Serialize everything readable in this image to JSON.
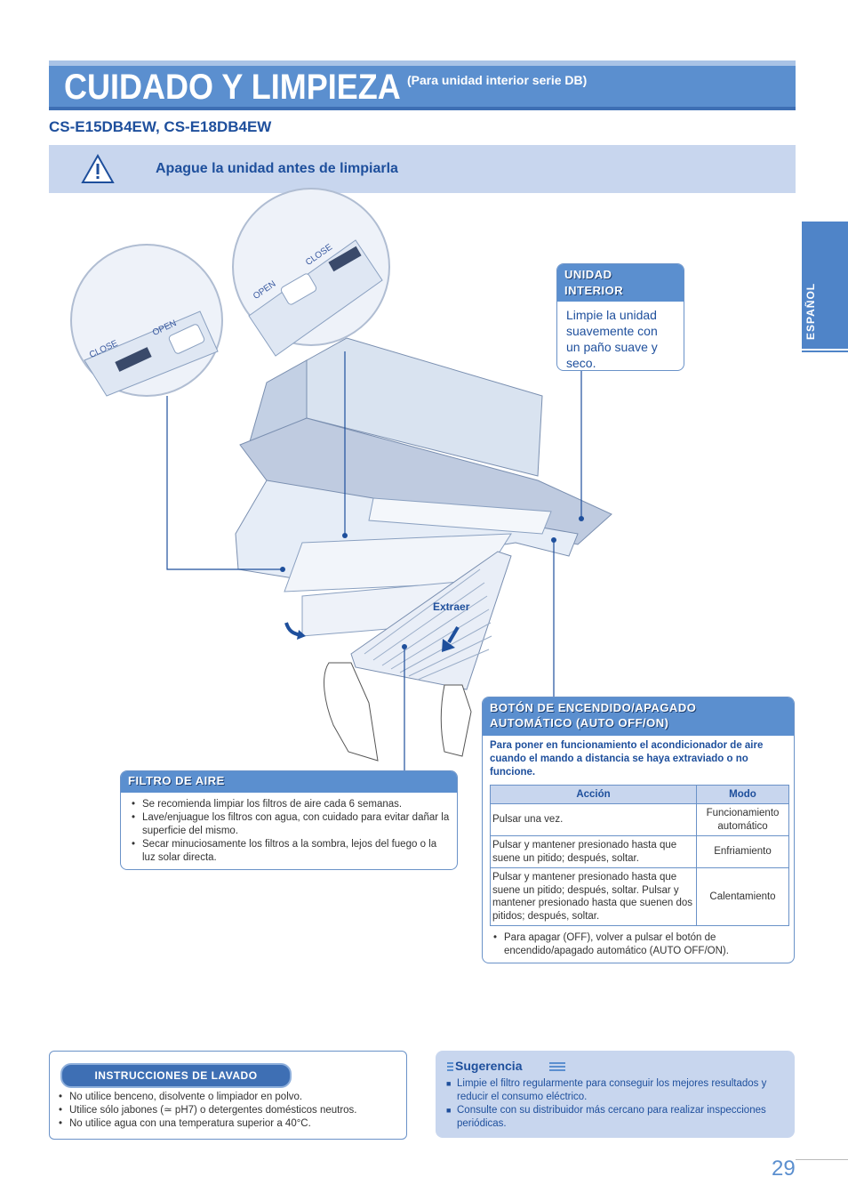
{
  "header": {
    "title": "CUIDADO Y LIMPIEZA",
    "subtitle": "(Para unidad interior serie DB)",
    "models": "CS-E15DB4EW, CS-E18DB4EW"
  },
  "warning": {
    "text": "Apague la unidad antes de limpiarla"
  },
  "side_tab": "ESPAÑOL",
  "illustration": {
    "labels": {
      "open": "OPEN",
      "close": "CLOSE",
      "extract": "Extraer"
    }
  },
  "unidad_interior": {
    "title_line1": "UNIDAD",
    "title_line2": "INTERIOR",
    "text": "Limpie la unidad suavemente con un paño suave y seco."
  },
  "filtro_aire": {
    "title": "FILTRO DE AIRE",
    "items": [
      "Se recomienda limpiar los filtros de aire cada 6 semanas.",
      "Lave/enjuague los filtros con agua, con cuidado para evitar dañar la superficie del mismo.",
      "Secar minuciosamente los filtros a la sombra, lejos del fuego o la luz solar directa."
    ]
  },
  "boton": {
    "title_line1": "BOTÓN DE ENCENDIDO/APAGADO",
    "title_line2": "AUTOMÁTICO (AUTO OFF/ON)",
    "intro": "Para poner en funcionamiento el acondicionador de aire cuando el mando a distancia se haya extraviado o no funcione.",
    "table": {
      "headers": [
        "Acción",
        "Modo"
      ],
      "rows": [
        [
          "Pulsar una vez.",
          "Funcionamiento automático"
        ],
        [
          "Pulsar y mantener presionado hasta que suene un pitido; después, soltar.",
          "Enfriamiento"
        ],
        [
          "Pulsar y mantener presionado hasta que suene un pitido; después, soltar. Pulsar y mantener presionado hasta que suenen dos pitidos; después, soltar.",
          "Calentamiento"
        ]
      ]
    },
    "note": "Para apagar (OFF), volver a pulsar el botón de encendido/apagado automático (AUTO OFF/ON)."
  },
  "lavado": {
    "title": "INSTRUCCIONES DE LAVADO",
    "items": [
      "No utilice benceno, disolvente o limpiador en polvo.",
      "Utilice sólo jabones (≃ pH7) o detergentes domésticos neutros.",
      "No utilice agua con una temperatura superior a 40°C."
    ]
  },
  "sugerencia": {
    "title": "Sugerencia",
    "items": [
      "Limpie el filtro regularmente para conseguir los mejores resultados y reducir el consumo eléctrico.",
      "Consulte con su distribuidor más cercano para realizar inspecciones periódicas."
    ]
  },
  "page_number": "29",
  "colors": {
    "accent": "#5b8fcf",
    "dark_blue": "#1e4f9c",
    "light_blue": "#c8d6ee"
  }
}
